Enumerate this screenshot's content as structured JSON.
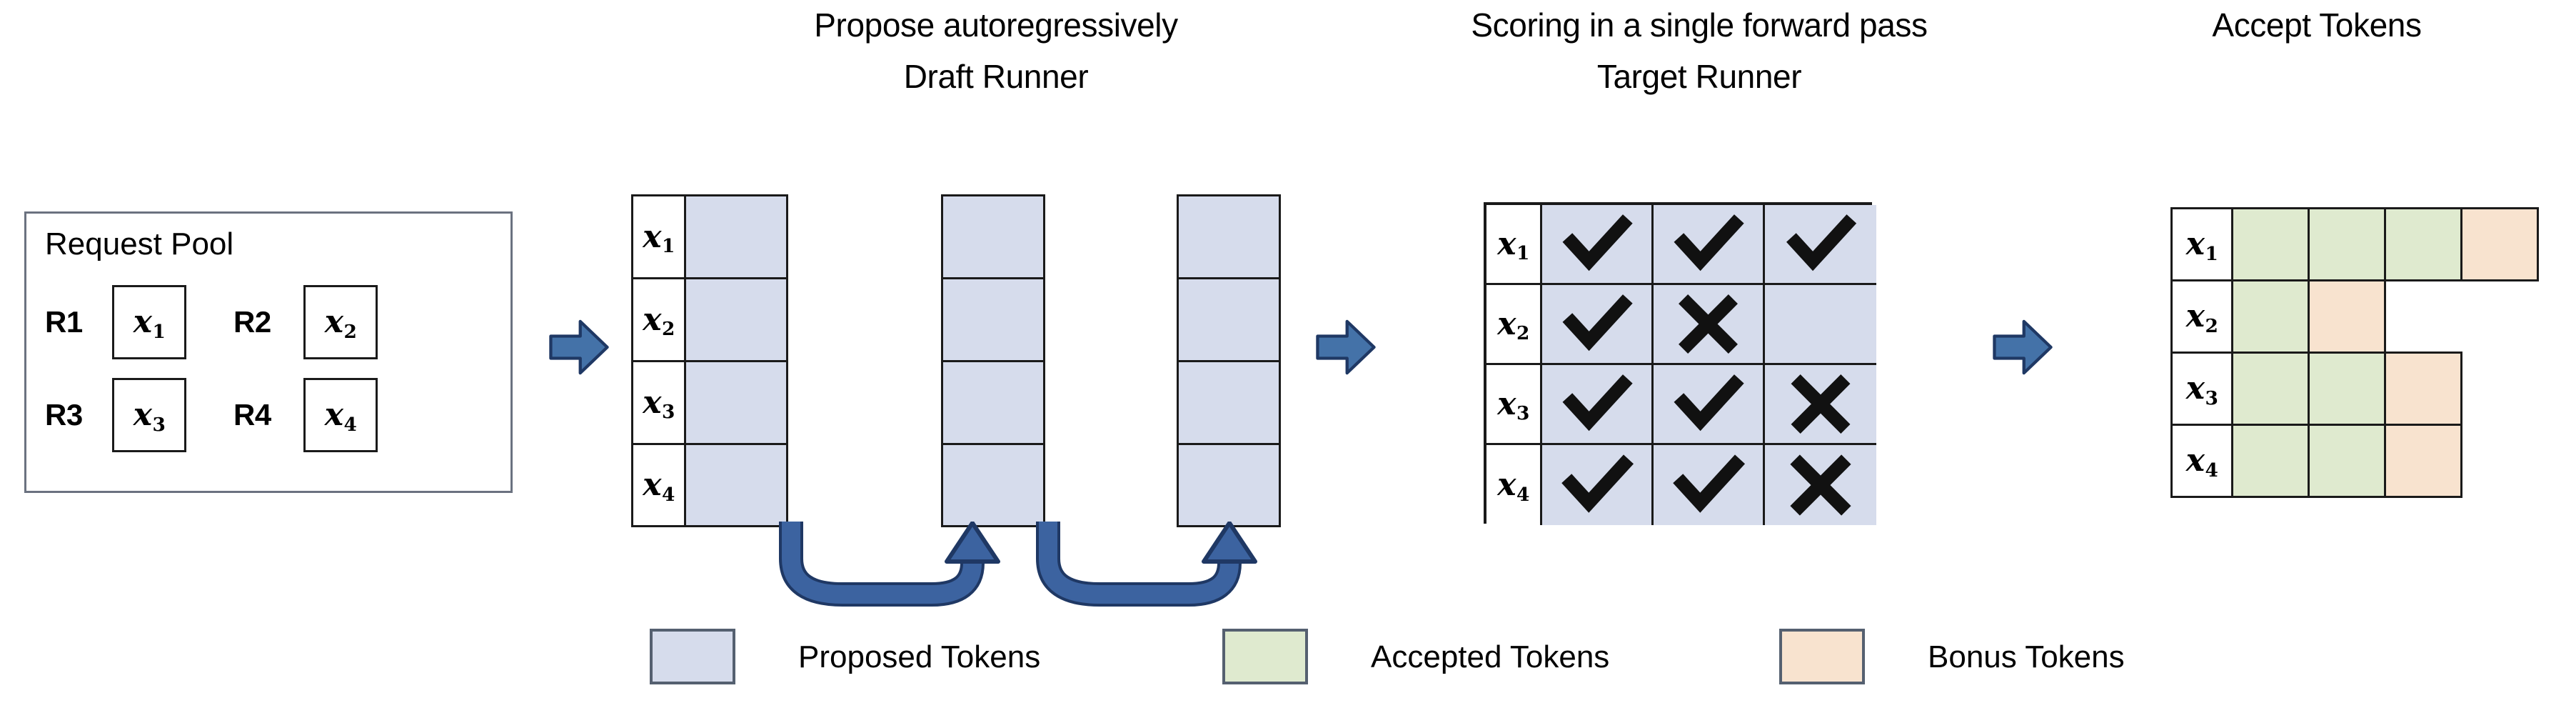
{
  "figure": {
    "title_propose": "Propose autoregressively",
    "title_draft_runner": "Draft Runner",
    "title_scoring": "Scoring in a single forward pass",
    "title_target_runner": "Target Runner",
    "title_accept": "Accept Tokens"
  },
  "colors": {
    "proposed": "#d6dcec",
    "accepted": "#dfeacf",
    "bonus": "#f8e3cf",
    "arrow_fill": "#4472a8",
    "arrow_stroke": "#1f3864",
    "outline": "#1a1a1a",
    "pool_border": "#6b7280"
  },
  "request_pool": {
    "title": "Request Pool",
    "requests": [
      {
        "label": "R1",
        "token": "x",
        "sub": "1"
      },
      {
        "label": "R2",
        "token": "x",
        "sub": "2"
      },
      {
        "label": "R3",
        "token": "x",
        "sub": "3"
      },
      {
        "label": "R4",
        "token": "x",
        "sub": "4"
      }
    ]
  },
  "draft_runner": {
    "rows": [
      {
        "token": "x",
        "sub": "1"
      },
      {
        "token": "x",
        "sub": "2"
      },
      {
        "token": "x",
        "sub": "3"
      },
      {
        "token": "x",
        "sub": "4"
      }
    ],
    "steps": 3,
    "arrow_count": 2
  },
  "target_runner": {
    "rows": [
      {
        "token": "x",
        "sub": "1",
        "marks": [
          "check",
          "check",
          "check"
        ]
      },
      {
        "token": "x",
        "sub": "2",
        "marks": [
          "check",
          "cross",
          "empty"
        ]
      },
      {
        "token": "x",
        "sub": "3",
        "marks": [
          "check",
          "check",
          "cross"
        ]
      },
      {
        "token": "x",
        "sub": "4",
        "marks": [
          "check",
          "check",
          "cross"
        ]
      }
    ]
  },
  "accept_tokens": {
    "rows": [
      {
        "token": "x",
        "sub": "1",
        "cells": [
          "accepted",
          "accepted",
          "accepted",
          "bonus"
        ]
      },
      {
        "token": "x",
        "sub": "2",
        "cells": [
          "accepted",
          "bonus"
        ]
      },
      {
        "token": "x",
        "sub": "3",
        "cells": [
          "accepted",
          "accepted",
          "bonus"
        ]
      },
      {
        "token": "x",
        "sub": "4",
        "cells": [
          "accepted",
          "accepted",
          "bonus"
        ]
      }
    ]
  },
  "legend": [
    {
      "label": "Proposed Tokens",
      "color": "#d6dcec"
    },
    {
      "label": "Accepted Tokens",
      "color": "#dfeacf"
    },
    {
      "label": "Bonus Tokens",
      "color": "#f8e3cf"
    }
  ]
}
